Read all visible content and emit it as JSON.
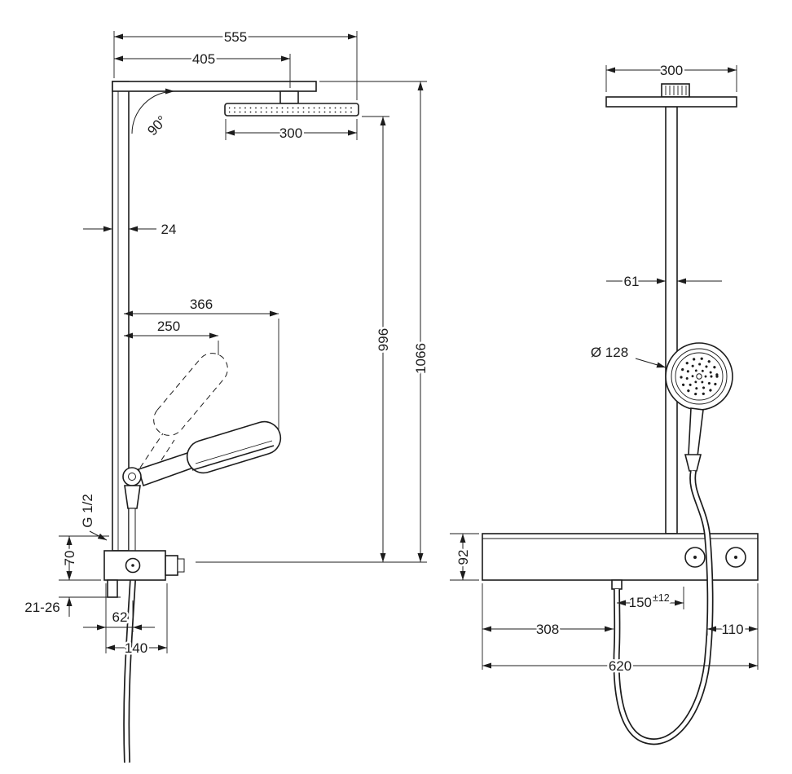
{
  "page": {
    "background": "#ffffff",
    "line_color": "#1c1c1c"
  },
  "diagram": {
    "left_view": {
      "dim_overall_width": "555",
      "dim_arm_length": "405",
      "angle": "90°",
      "dim_head_width": "300",
      "dim_bar_depth": "24",
      "dim_reach": "366",
      "dim_reach_upper": "250",
      "dim_height_to_head": "996",
      "dim_height_overall": "1066",
      "thread_label": "G 1/2",
      "dim_valve_height": "70",
      "dim_adjust_range": "21-26",
      "dim_hose_offset": "62",
      "dim_valve_width": "140"
    },
    "right_view": {
      "dim_head_width": "300",
      "dim_pipe_offset": "61",
      "dim_handshower_diameter": "Ø 128",
      "dim_shelf_height": "92",
      "dim_outlet_offset": "150",
      "dim_outlet_offset_tol": "±12",
      "dim_shelf_left": "308",
      "dim_shelf_right": "110",
      "dim_shelf_width": "620"
    }
  }
}
